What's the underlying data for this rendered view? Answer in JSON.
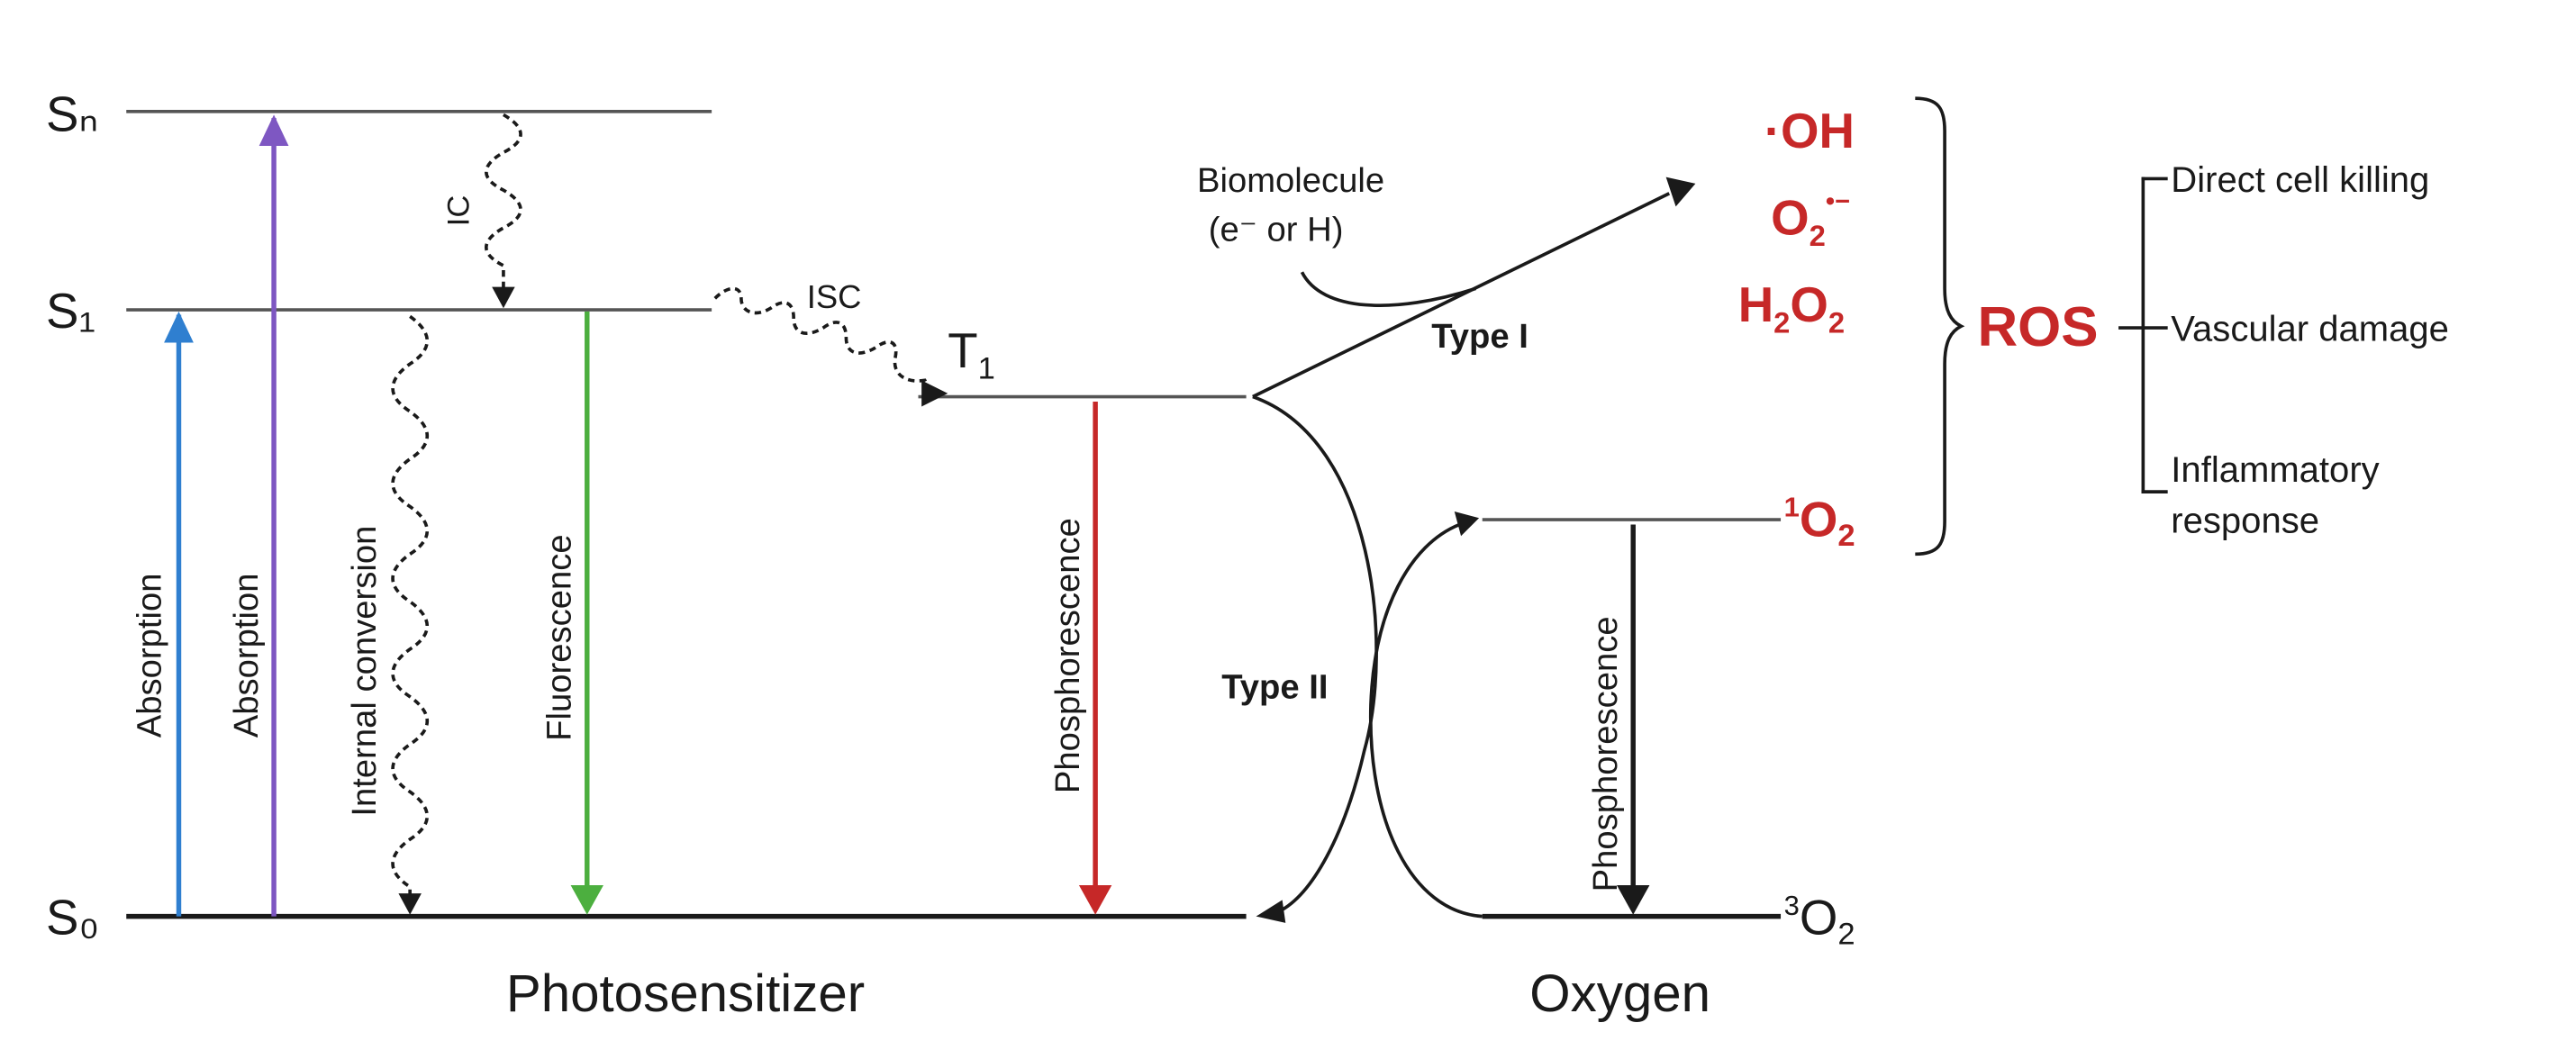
{
  "colors": {
    "black": "#1a1a1a",
    "gray": "#555555",
    "blue": "#2f7fd0",
    "purple": "#7e57c2",
    "green": "#4caf3f",
    "red": "#c62828"
  },
  "levels": {
    "sn": "Sₙ",
    "s1": "S₁",
    "s0": "S₀",
    "t1_main": "T",
    "t1_sub": "1",
    "o2_singlet_sup": "1",
    "o2_singlet_main": "O",
    "o2_singlet_sub": "2",
    "o2_triplet_sup": "3",
    "o2_triplet_main": "O",
    "o2_triplet_sub": "2"
  },
  "transitions": {
    "absorption_1": "Absorption",
    "absorption_2": "Absorption",
    "ic": "IC",
    "internal_conversion": "Internal conversion",
    "fluorescence": "Fluorescence",
    "isc": "ISC",
    "phosphorescence_ps": "Phosphorescence",
    "phosphorescence_o2": "Phosphorescence"
  },
  "reactions": {
    "biomolecule": "Biomolecule",
    "electron_or_h": "(e⁻ or H)",
    "type1": "Type I",
    "type2": "Type II"
  },
  "ros_species": {
    "oh": "·OH",
    "superoxide_main": "O",
    "superoxide_sub": "2",
    "superoxide_sup": "•−",
    "h2o2_h": "H",
    "h2o2_sub1": "2",
    "h2o2_o": "O",
    "h2o2_sub2": "2"
  },
  "ros_label": "ROS",
  "effects": {
    "direct": "Direct cell killing",
    "vascular": "Vascular damage",
    "inflammatory_1": "Inflammatory",
    "inflammatory_2": "response"
  },
  "footer": {
    "photosensitizer": "Photosensitizer",
    "oxygen": "Oxygen"
  }
}
